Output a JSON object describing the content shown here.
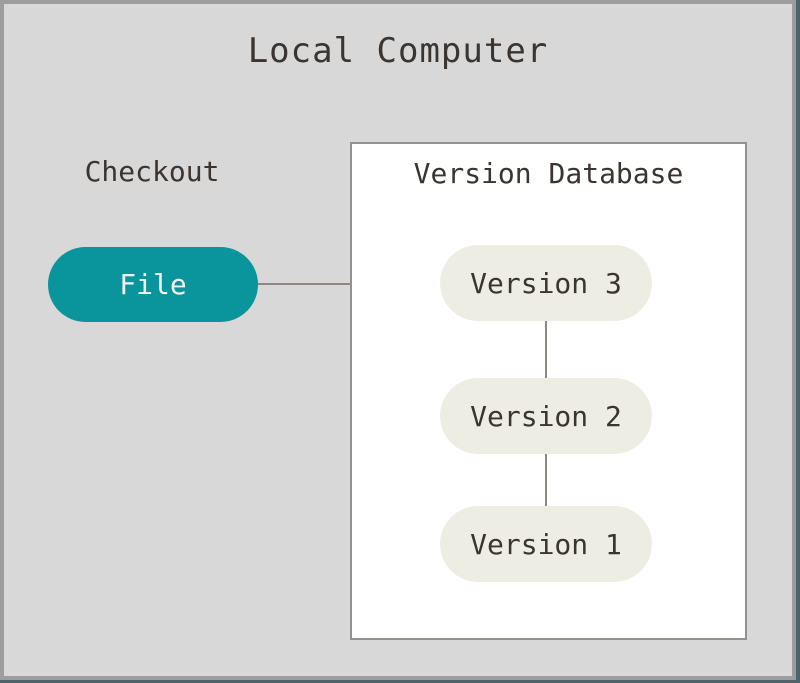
{
  "diagram": {
    "title": "Local Computer",
    "checkout": {
      "label": "Checkout",
      "file_node": {
        "label": "File"
      }
    },
    "version_database": {
      "title": "Version Database",
      "nodes": [
        {
          "label": "Version 3"
        },
        {
          "label": "Version 2"
        },
        {
          "label": "Version 1"
        }
      ],
      "connections": [
        [
          "File",
          "Version 3"
        ],
        [
          "Version 3",
          "Version 2"
        ],
        [
          "Version 2",
          "Version 1"
        ]
      ]
    },
    "colors": {
      "background": "#d8d8d8",
      "frame_border": "#9d9d9d",
      "frame_edge_dark": "#50636b",
      "box_background": "#ffffff",
      "box_border": "#95918c",
      "file_node_fill": "#0a949b",
      "file_node_text": "#f4f4f2",
      "version_node_fill": "#eeede4",
      "text": "#3b3531",
      "connector_line": "#8d8882"
    }
  }
}
